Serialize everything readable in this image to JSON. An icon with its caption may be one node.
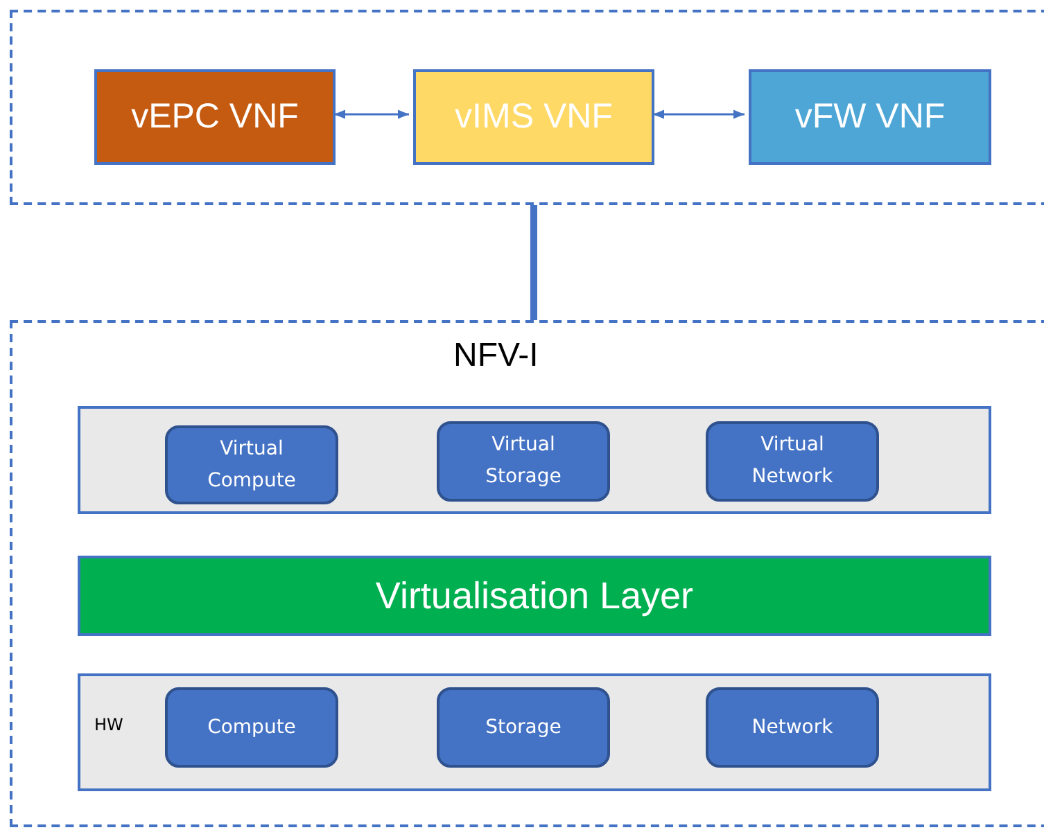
{
  "diagram": {
    "nodes": [
      {
        "text": [],
        "shape": "box"
      },
      {
        "text": [
          "vEPC VNF"
        ],
        "in": 0
      },
      {
        "text": [
          "vIMS VNF"
        ],
        "in": 0
      },
      {
        "text": [
          "vFW VNF"
        ],
        "in": 0
      },
      {
        "text": [
          "NFV-I"
        ]
      },
      {
        "text": [],
        "shape": "box",
        "in": 4
      },
      {
        "text": [
          "Virtual Compute"
        ],
        "in": 5
      },
      {
        "text": [
          "Virtual Storage"
        ],
        "in": 5
      },
      {
        "text": [
          "Virtual Network"
        ],
        "in": 5
      },
      {
        "text": [
          "Virtualisation Layer"
        ],
        "in": 4
      },
      {
        "text": [
          "HW"
        ],
        "in": 4
      },
      {
        "text": [
          "Compute"
        ],
        "in": 10
      },
      {
        "text": [
          "Storage"
        ],
        "in": 10
      },
      {
        "text": [
          "Network"
        ],
        "in": 10
      }
    ],
    "edges": [
      {
        "from": 1,
        "to": 2,
        "arrow": "both"
      },
      {
        "from": 2,
        "to": 3,
        "arrow": "both"
      },
      {
        "from": 0,
        "to": 4,
        "arrow": "none",
        "style": "thick"
      }
    ]
  }
}
